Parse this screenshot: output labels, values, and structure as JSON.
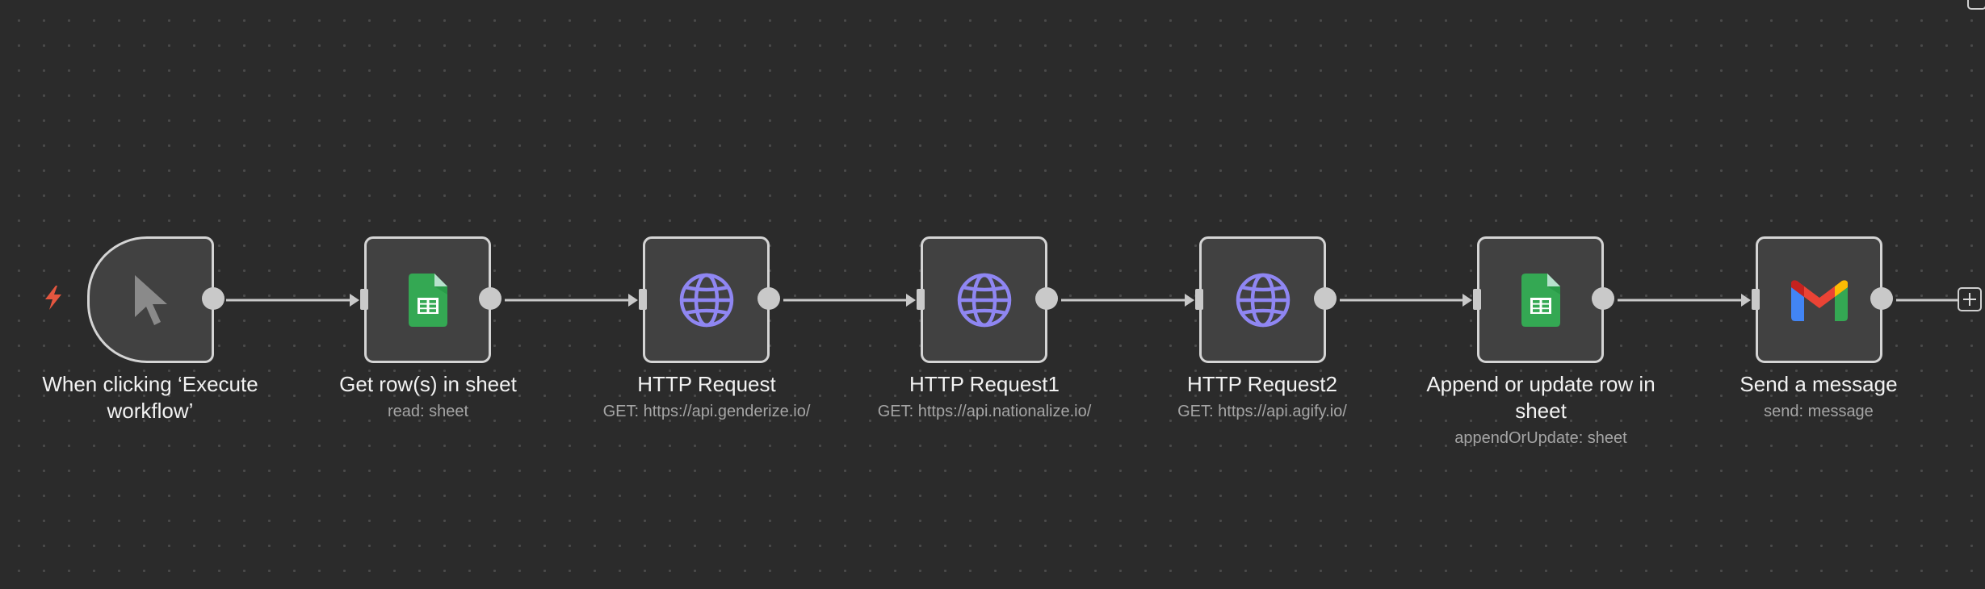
{
  "canvas": {
    "background_color": "#2b2b2b",
    "dot_color": "#4a4a4a",
    "wire_color": "#c9c9c9"
  },
  "nodes": [
    {
      "id": "trigger",
      "title": "When clicking ‘Execute workflow’",
      "subtitle": "",
      "icon": "cursor-pointer-icon"
    },
    {
      "id": "get-rows",
      "title": "Get row(s) in sheet",
      "subtitle": "read: sheet",
      "icon": "google-sheets-icon"
    },
    {
      "id": "http-request",
      "title": "HTTP Request",
      "subtitle": "GET: https://api.genderize.io/",
      "icon": "globe-icon"
    },
    {
      "id": "http-request1",
      "title": "HTTP Request1",
      "subtitle": "GET: https://api.nationalize.io/",
      "icon": "globe-icon"
    },
    {
      "id": "http-request2",
      "title": "HTTP Request2",
      "subtitle": "GET: https://api.agify.io/",
      "icon": "globe-icon"
    },
    {
      "id": "append-update",
      "title": "Append or update row in sheet",
      "subtitle": "appendOrUpdate: sheet",
      "icon": "google-sheets-icon"
    },
    {
      "id": "send-message",
      "title": "Send a message",
      "subtitle": "send: message",
      "icon": "gmail-icon"
    }
  ],
  "trigger_marker_icon": "lightning-bolt-icon",
  "add_node_icon": "plus-icon",
  "colors": {
    "node_border": "#d4d4d4",
    "node_fill": "#414141",
    "globe": "#8f86f2",
    "sheets_green": "#34a853",
    "bolt": "#e4563f",
    "title_text": "#f2f2f2",
    "subtitle_text": "#a5a5a5"
  }
}
